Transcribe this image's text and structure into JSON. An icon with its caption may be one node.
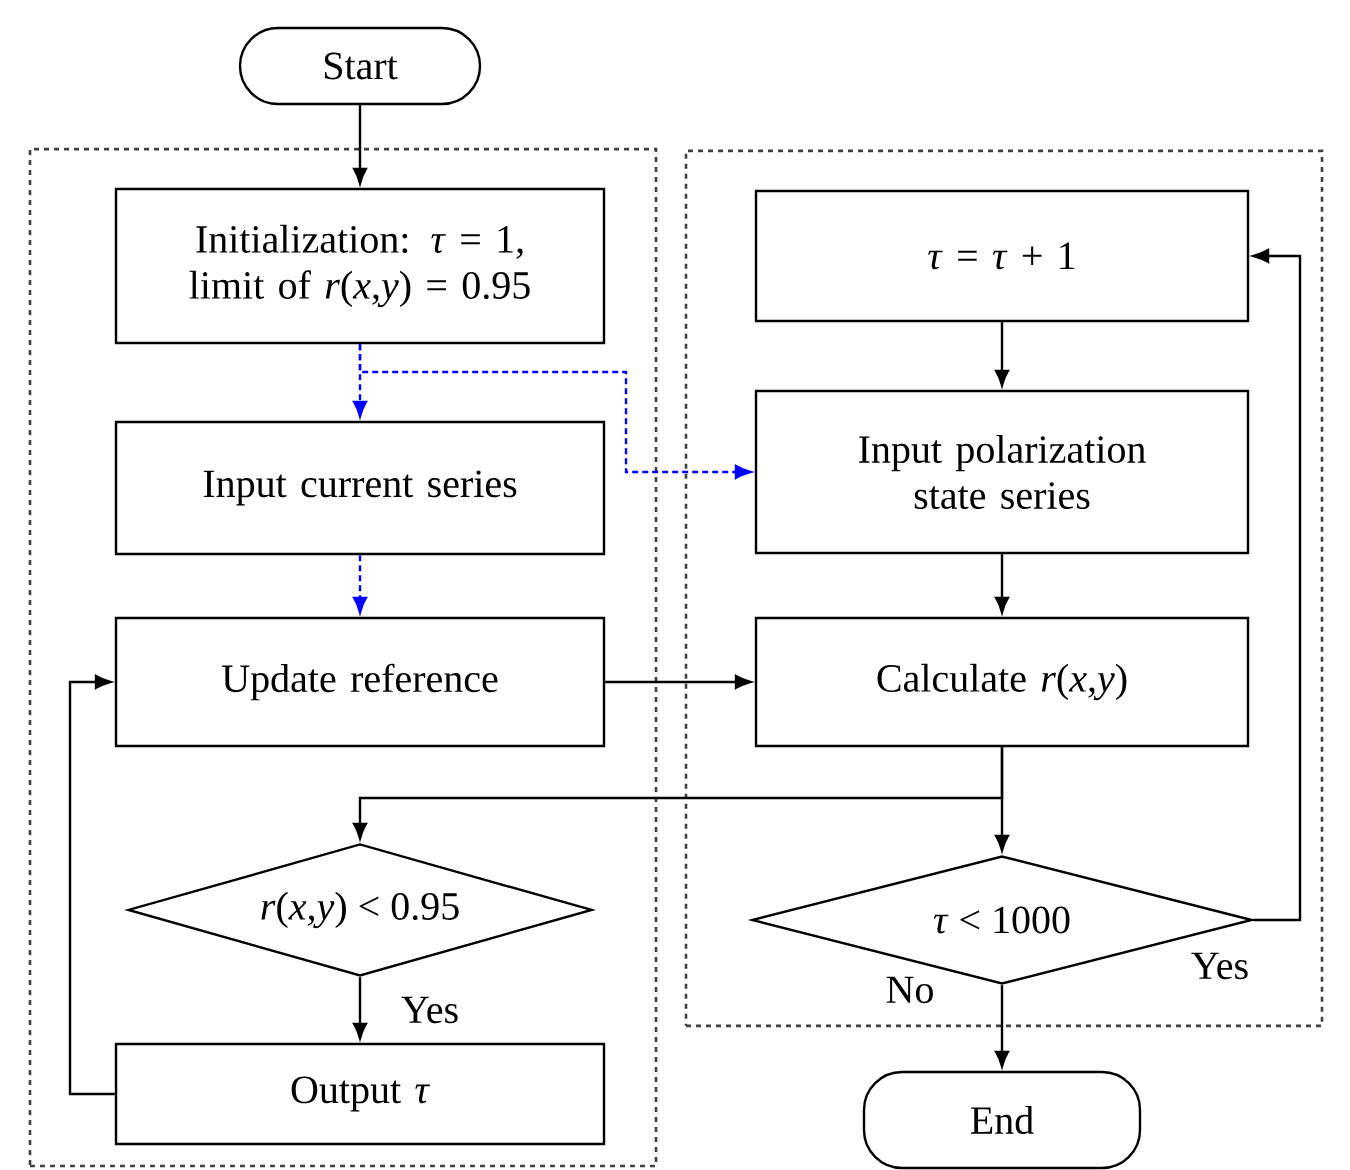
{
  "diagram": {
    "nodes": [
      {
        "text": [
          "Start"
        ]
      },
      {
        "text": [],
        "shape": "box"
      },
      {
        "text": [
          "Initialization: *τ* = 1, limit of *r*(*x*,*y*) = 0.95"
        ],
        "in": 1
      },
      {
        "text": [
          "Input current series"
        ],
        "in": 1
      },
      {
        "text": [
          "Update reference"
        ],
        "in": 1
      },
      {
        "text": [
          "*r*(*x*,*y*) < 0.95"
        ],
        "in": 1
      },
      {
        "text": [
          "Output *τ*"
        ],
        "in": 1
      },
      {
        "text": [],
        "shape": "box"
      },
      {
        "text": [
          "*τ* = *τ* + 1"
        ],
        "in": 7
      },
      {
        "text": [
          "Input polarization state series"
        ],
        "in": 7
      },
      {
        "text": [
          "Calculate *r*(*x*,*y*)"
        ],
        "in": 7
      },
      {
        "text": [
          "*τ* < 1000"
        ],
        "in": 7
      },
      {
        "text": [
          "End"
        ]
      }
    ],
    "edges": [
      {
        "from": 0,
        "to": 2,
        "arrow": "to"
      },
      {
        "from": 2,
        "to": 3,
        "arrow": "to",
        "style": "dashed",
        "color": "#0000ff"
      },
      {
        "from": 2,
        "to": 9,
        "arrow": "to",
        "style": "dashed",
        "color": "#0000ff"
      },
      {
        "from": 3,
        "to": 4,
        "arrow": "to",
        "style": "dashed",
        "color": "#0000ff"
      },
      {
        "from": 4,
        "to": 10,
        "arrow": "to"
      },
      {
        "from": 10,
        "to": 11,
        "arrow": "to"
      },
      {
        "from": 10,
        "to": 5,
        "arrow": "to"
      },
      {
        "from": 5,
        "to": 6,
        "arrow": "to",
        "label": "Yes"
      },
      {
        "from": 6,
        "to": 4,
        "arrow": "to"
      },
      {
        "from": 8,
        "to": 9,
        "arrow": "to"
      },
      {
        "from": 9,
        "to": 10,
        "arrow": "to"
      },
      {
        "from": 11,
        "to": 8,
        "arrow": "to",
        "label": "Yes"
      },
      {
        "from": 11,
        "to": 12,
        "arrow": "to",
        "label": "No"
      }
    ]
  }
}
